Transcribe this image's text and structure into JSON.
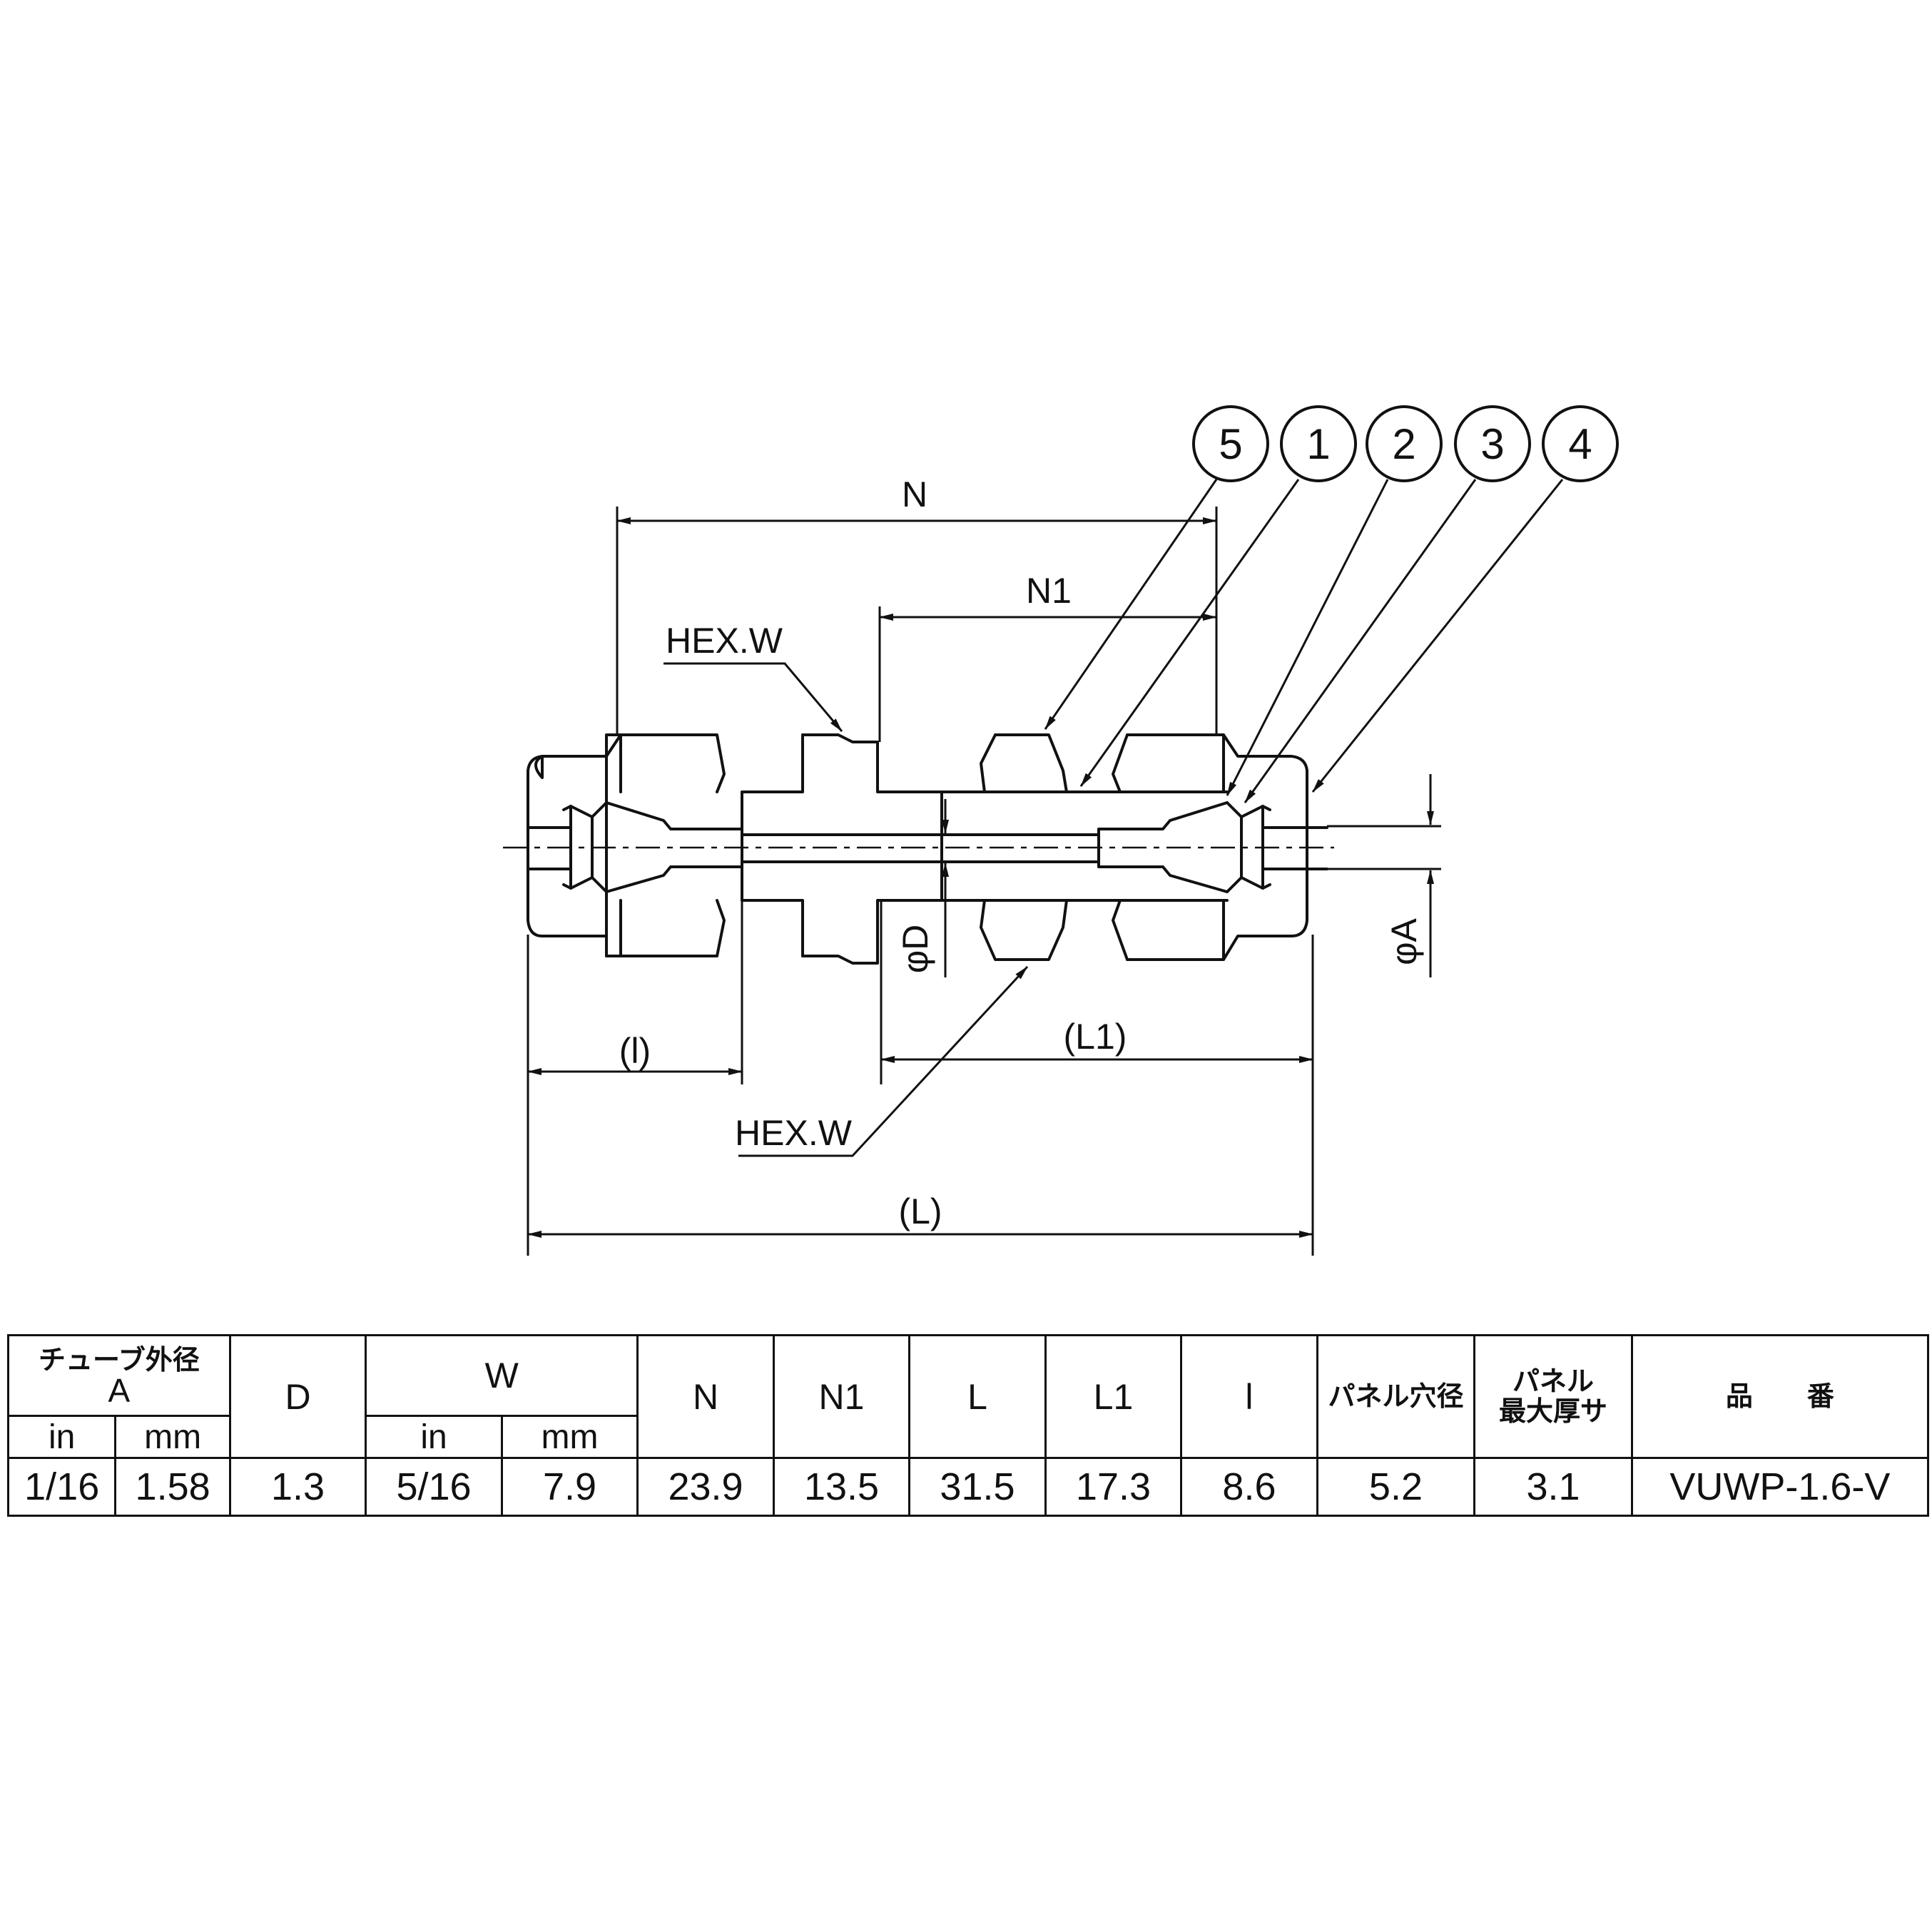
{
  "drawing": {
    "dimension_labels": {
      "n": "N",
      "n1": "N1",
      "hex_top": "HEX.W",
      "hex_bottom": "HEX.W",
      "l_paren": "(l)",
      "l1_paren": "(L1)",
      "big_l_paren": "(L)",
      "phi_d": "φD",
      "phi_a": "φA"
    },
    "balloons": [
      "5",
      "1",
      "2",
      "3",
      "4"
    ]
  },
  "table": {
    "headers": {
      "tube_od": "チューブ外径",
      "tube_od_sub": "A",
      "d": "D",
      "w": "W",
      "n": "N",
      "n1": "N1",
      "l": "L",
      "l1": "L1",
      "small_l": "l",
      "panel_hole": "パネル穴径",
      "panel_max_line1": "パネル",
      "panel_max_line2": "最大厚サ",
      "part_no": "品　　番"
    },
    "units": {
      "a_in": "in",
      "a_mm": "mm",
      "w_in": "in",
      "w_mm": "mm"
    },
    "row": {
      "a_in": "1/16",
      "a_mm": "1.58",
      "d": "1.3",
      "w_in": "5/16",
      "w_mm": "7.9",
      "n": "23.9",
      "n1": "13.5",
      "l": "31.5",
      "l1": "17.3",
      "small_l": "8.6",
      "panel_hole": "5.2",
      "panel_max": "3.1",
      "part_no": "VUWP-1.6-V"
    }
  }
}
